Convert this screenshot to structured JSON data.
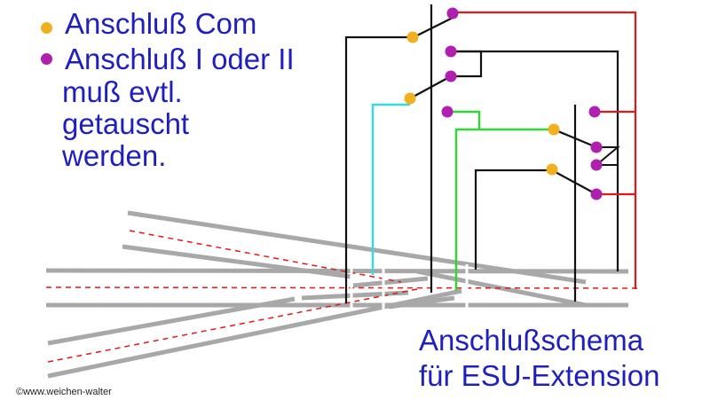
{
  "colors": {
    "text": "#1f1fbf",
    "com_dot": "#f0b020",
    "io_dot": "#b020b0",
    "wire_red": "#e01818",
    "wire_black": "#111111",
    "wire_cyan": "#35d8e8",
    "wire_green": "#2fd82f",
    "rail": "#a8a8a8",
    "center_line": "#e01818"
  },
  "legend": {
    "com_label": "Anschluß Com",
    "io_label": "Anschluß I oder II",
    "note_lines": [
      "muß evtl.",
      "getauscht",
      "werden."
    ]
  },
  "caption": {
    "line1": "Anschlußschema",
    "line2": "für ESU-Extension"
  },
  "credit": "©www.weichen-walter"
}
